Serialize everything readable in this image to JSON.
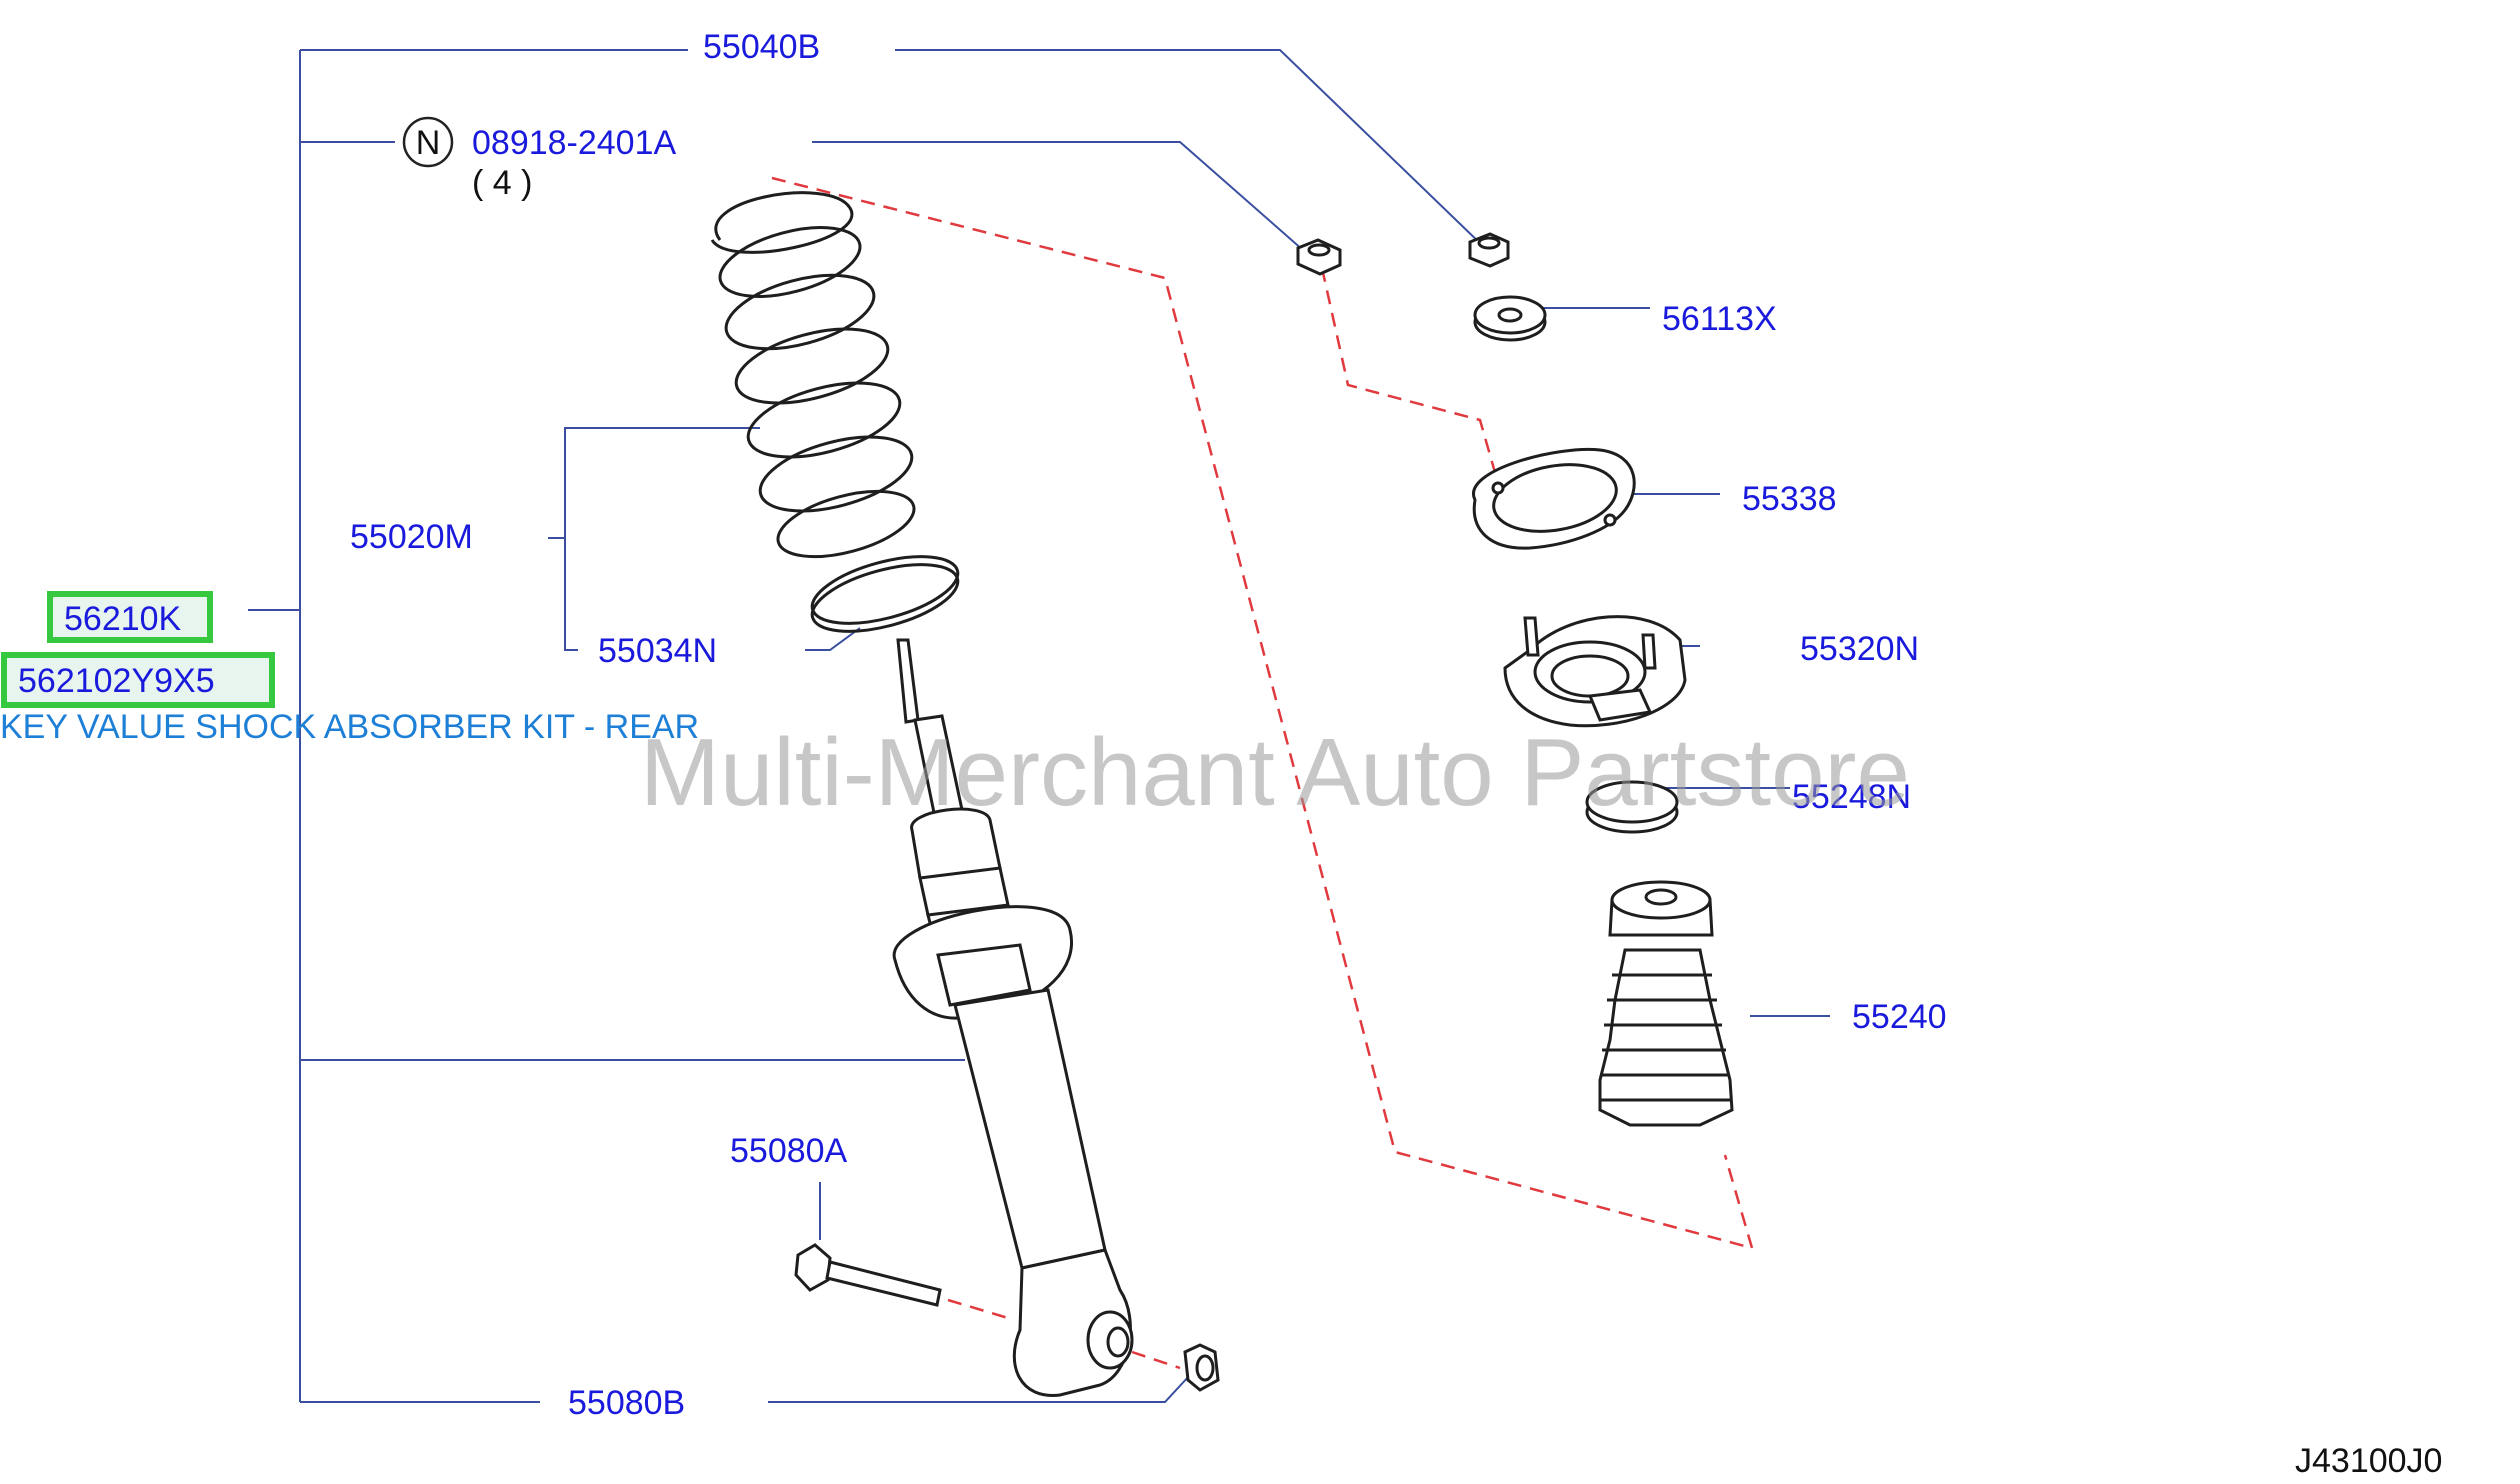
{
  "parts": {
    "p55040B": "55040B",
    "p08918": "08918-2401A",
    "p08918_qty": "( 4 )",
    "n_marker": "N",
    "p56113X": "56113X",
    "p55338": "55338",
    "p55020M": "55020M",
    "p55034N": "55034N",
    "p55320N": "55320N",
    "p55248N": "55248N",
    "p55240": "55240",
    "p55080A": "55080A",
    "p55080B": "55080B"
  },
  "kit": {
    "code1": "56210K",
    "code2": "562102Y9X5",
    "name": "KEY VALUE SHOCK ABSORBER KIT - REAR"
  },
  "watermark": "Multi-Merchant Auto Partstore",
  "diagram_code": "J43100J0",
  "colors": {
    "label": "#1a1adc",
    "kit_name": "#1e7fd6",
    "highlight_border": "#36c93f",
    "dashed_line": "#e0393e"
  }
}
